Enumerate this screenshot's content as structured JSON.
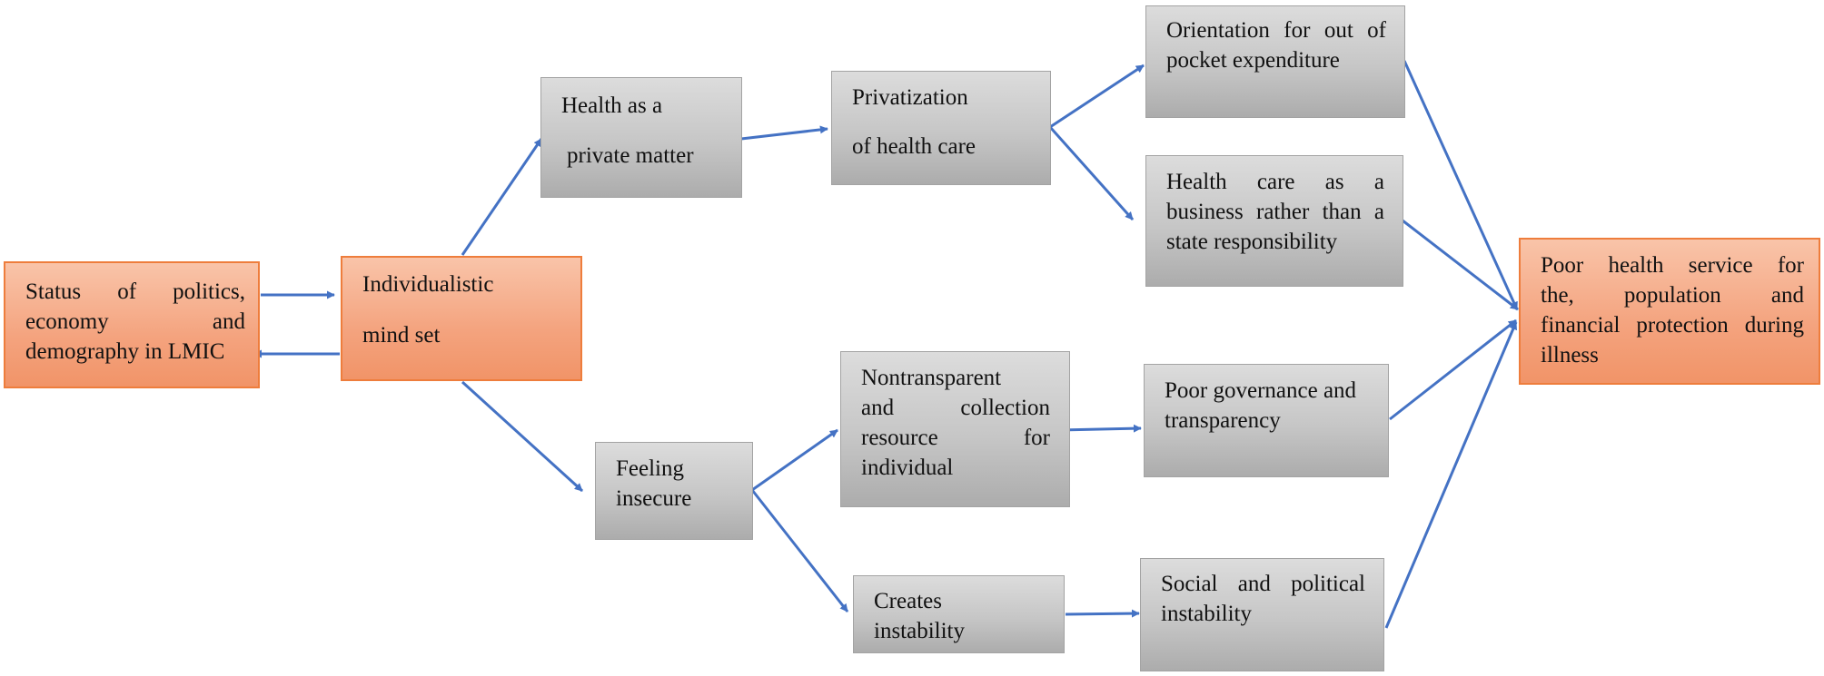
{
  "colors": {
    "arrow": "#4472c4",
    "gray_top": "#dcdcdc",
    "gray_bottom": "#acacac",
    "orange_top": "#f9c4a9",
    "orange_bottom": "#f19468",
    "orange_border": "#ee7d3c"
  },
  "nodes": {
    "status": [
      "Status of politics,",
      "economy and",
      "demography in LMIC"
    ],
    "mindset": [
      "Individualistic",
      "mind set"
    ],
    "private": [
      "Health as a",
      "private matter"
    ],
    "privatization": [
      "Privatization",
      "of health care"
    ],
    "oop": [
      "Orientation for out of",
      "pocket expenditure"
    ],
    "business": [
      "Health care as a",
      "business rather than a",
      "state responsibility"
    ],
    "outcome": [
      "Poor health service for",
      "the, population and",
      "financial protection during",
      "illness"
    ],
    "insecure": [
      "Feeling",
      "insecure"
    ],
    "nontransparent": [
      "Nontransparent",
      "and collection",
      "resource for",
      "individual"
    ],
    "governance": [
      "Poor governance and",
      "transparency"
    ],
    "instability": [
      "Creates",
      "instability"
    ],
    "social": [
      "Social and political",
      "instability"
    ]
  }
}
